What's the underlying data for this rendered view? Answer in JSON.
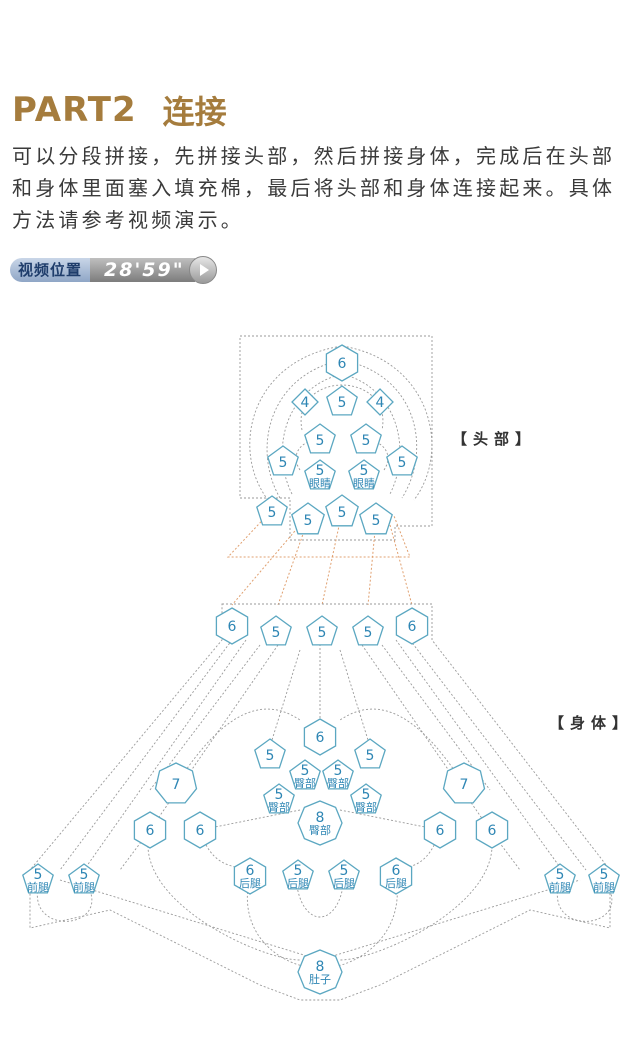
{
  "header": {
    "part": "PART2",
    "title": "连接"
  },
  "description": "可以分段拼接，先拼接头部，然后拼接身体，完成后在头部和身体里面塞入填充棉，最后将头部和身体连接起来。具体方法请参考视频演示。",
  "video": {
    "label": "视频位置",
    "time": "28'59\""
  },
  "labels": {
    "head": "【头部】",
    "body": "【身体】"
  },
  "colors": {
    "title": "#a57c3d",
    "shape_stroke": "#5ba7c1",
    "shape_text": "#2e86b4",
    "dotted_line": "#9a9a9a",
    "connector": "#e0a070"
  },
  "pieces": [
    {
      "id": "h1",
      "sides": 6,
      "num": "6",
      "sub": ""
    },
    {
      "id": "h2",
      "sides": 4,
      "num": "4",
      "sub": ""
    },
    {
      "id": "h3",
      "sides": 5,
      "num": "5",
      "sub": ""
    },
    {
      "id": "h4",
      "sides": 4,
      "num": "4",
      "sub": ""
    },
    {
      "id": "h5",
      "sides": 5,
      "num": "5",
      "sub": ""
    },
    {
      "id": "h6",
      "sides": 5,
      "num": "5",
      "sub": ""
    },
    {
      "id": "h7",
      "sides": 5,
      "num": "5",
      "sub": ""
    },
    {
      "id": "h8",
      "sides": 5,
      "num": "5",
      "sub": "眼睛"
    },
    {
      "id": "h9",
      "sides": 5,
      "num": "5",
      "sub": "眼睛"
    },
    {
      "id": "h10",
      "sides": 5,
      "num": "5",
      "sub": ""
    },
    {
      "id": "h11",
      "sides": 5,
      "num": "5",
      "sub": ""
    },
    {
      "id": "h12",
      "sides": 5,
      "num": "5",
      "sub": ""
    },
    {
      "id": "h13",
      "sides": 5,
      "num": "5",
      "sub": ""
    },
    {
      "id": "h14",
      "sides": 5,
      "num": "5",
      "sub": ""
    },
    {
      "id": "n1",
      "sides": 6,
      "num": "6",
      "sub": ""
    },
    {
      "id": "n2",
      "sides": 5,
      "num": "5",
      "sub": ""
    },
    {
      "id": "n3",
      "sides": 5,
      "num": "5",
      "sub": ""
    },
    {
      "id": "n4",
      "sides": 5,
      "num": "5",
      "sub": ""
    },
    {
      "id": "n5",
      "sides": 6,
      "num": "6",
      "sub": ""
    },
    {
      "id": "b1",
      "sides": 6,
      "num": "6",
      "sub": ""
    },
    {
      "id": "b2",
      "sides": 5,
      "num": "5",
      "sub": ""
    },
    {
      "id": "b3",
      "sides": 5,
      "num": "5",
      "sub": ""
    },
    {
      "id": "b4",
      "sides": 5,
      "num": "5",
      "sub": "臀部"
    },
    {
      "id": "b5",
      "sides": 5,
      "num": "5",
      "sub": "臀部"
    },
    {
      "id": "b6",
      "sides": 5,
      "num": "5",
      "sub": "臀部"
    },
    {
      "id": "b7",
      "sides": 5,
      "num": "5",
      "sub": "臀部"
    },
    {
      "id": "b8",
      "sides": 8,
      "num": "8",
      "sub": "臀部"
    },
    {
      "id": "b9",
      "sides": 7,
      "num": "7",
      "sub": ""
    },
    {
      "id": "b10",
      "sides": 7,
      "num": "7",
      "sub": ""
    },
    {
      "id": "b11",
      "sides": 6,
      "num": "6",
      "sub": ""
    },
    {
      "id": "b12",
      "sides": 6,
      "num": "6",
      "sub": ""
    },
    {
      "id": "b13",
      "sides": 6,
      "num": "6",
      "sub": ""
    },
    {
      "id": "b14",
      "sides": 6,
      "num": "6",
      "sub": ""
    },
    {
      "id": "b15",
      "sides": 6,
      "num": "6",
      "sub": "后腿"
    },
    {
      "id": "b16",
      "sides": 5,
      "num": "5",
      "sub": "后腿"
    },
    {
      "id": "b17",
      "sides": 5,
      "num": "5",
      "sub": "后腿"
    },
    {
      "id": "b18",
      "sides": 6,
      "num": "6",
      "sub": "后腿"
    },
    {
      "id": "b19",
      "sides": 5,
      "num": "5",
      "sub": "前腿"
    },
    {
      "id": "b20",
      "sides": 5,
      "num": "5",
      "sub": "前腿"
    },
    {
      "id": "b21",
      "sides": 5,
      "num": "5",
      "sub": "前腿"
    },
    {
      "id": "b22",
      "sides": 5,
      "num": "5",
      "sub": "前腿"
    },
    {
      "id": "b23",
      "sides": 8,
      "num": "8",
      "sub": "肚子"
    }
  ]
}
